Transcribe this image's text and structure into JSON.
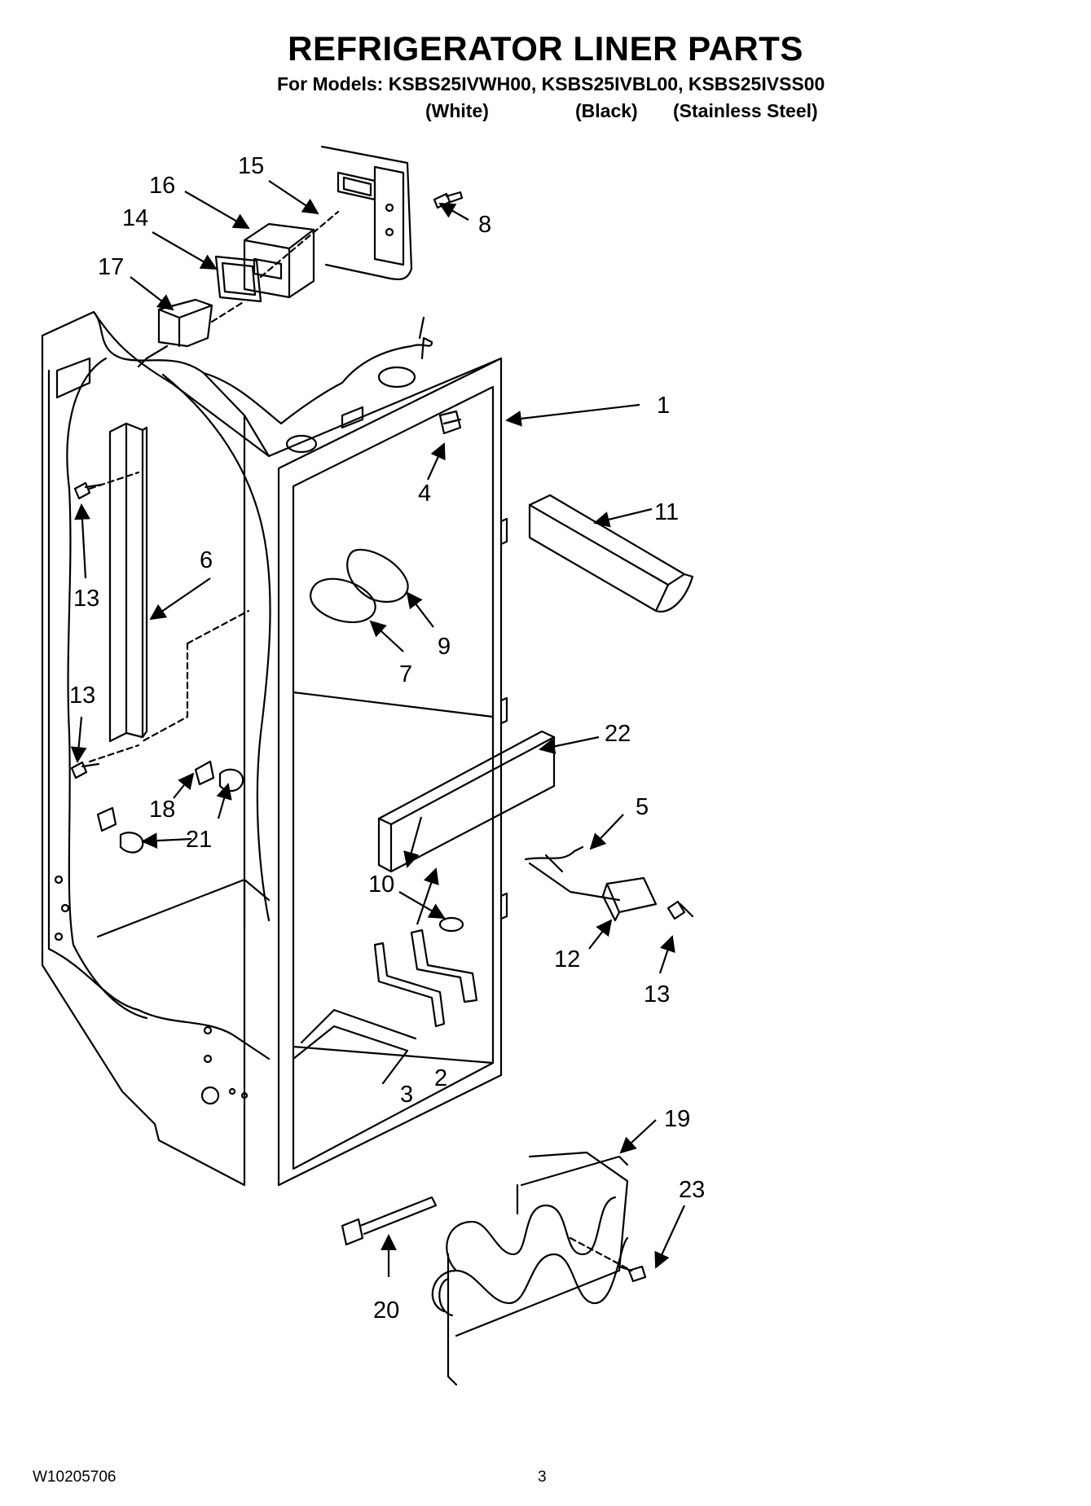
{
  "header": {
    "title": "REFRIGERATOR LINER PARTS",
    "models_line": "For Models: KSBS25IVWH00, KSBS25IVBL00, KSBS25IVSS00",
    "variants": [
      "(White)",
      "(Black)",
      "(Stainless Steel)"
    ]
  },
  "callouts": {
    "c1": "1",
    "c2": "2",
    "c3": "3",
    "c4": "4",
    "c5": "5",
    "c6": "6",
    "c7": "7",
    "c8": "8",
    "c9": "9",
    "c10": "10",
    "c11": "11",
    "c12": "12",
    "c13a": "13",
    "c13b": "13",
    "c13c": "13",
    "c14": "14",
    "c15": "15",
    "c16": "16",
    "c17": "17",
    "c18": "18",
    "c19": "19",
    "c20": "20",
    "c21": "21",
    "c22": "22",
    "c23": "23"
  },
  "footer": {
    "doc_number": "W10205706",
    "page_number": "3"
  }
}
